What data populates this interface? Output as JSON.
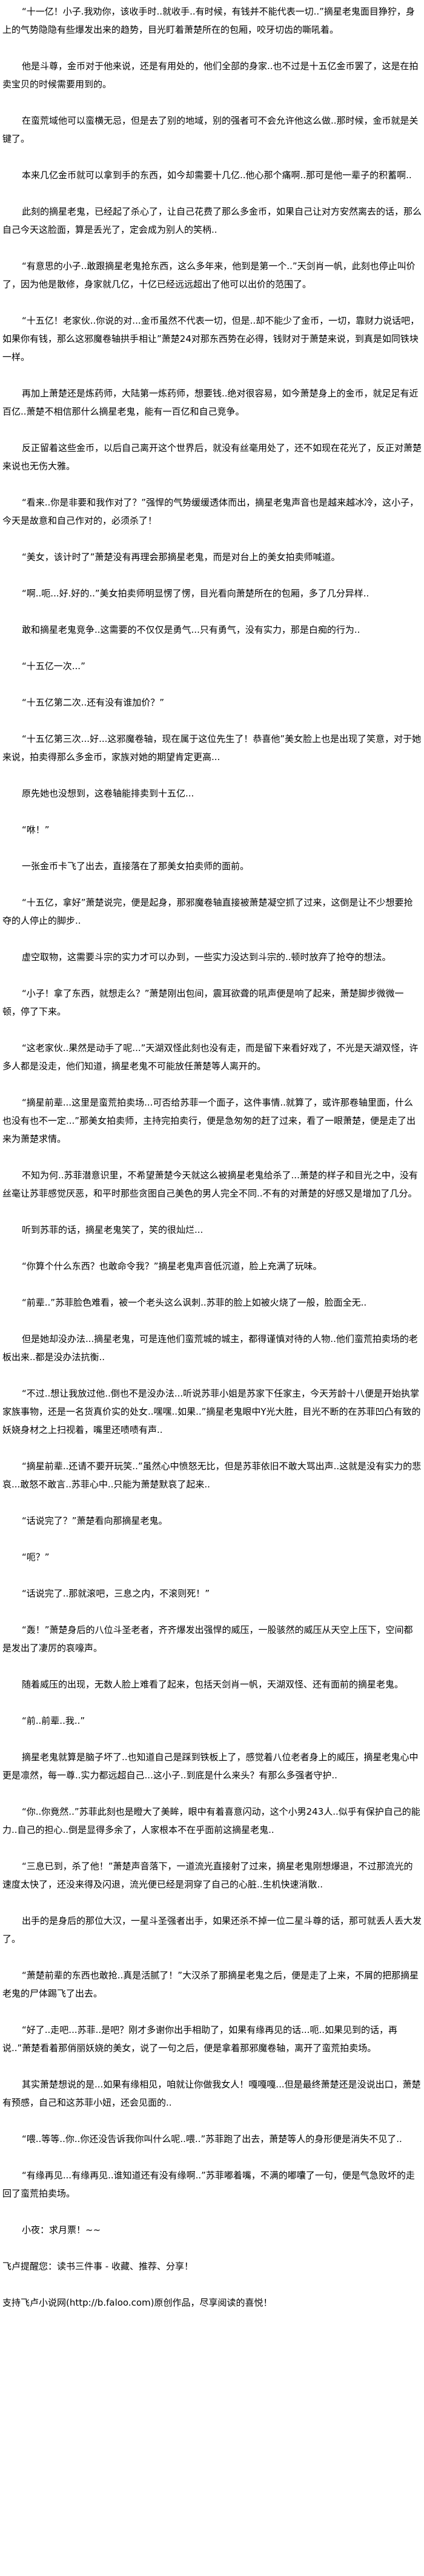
{
  "paragraphs": [
    "“十一亿！小子.我劝你，该收手时..就收手..有时候，有钱并不能代表一切..”摘星老鬼面目狰狞，身上的气势隐隐有些爆发出来的趋势，目光盯着萧楚所在的包厢，咬牙切齿的嘶吼着。",
    "他是斗尊，金币对于他来说，还是有用处的，他们全部的身家..也不过是十五亿金币罢了，这是在拍卖宝贝的时候需要用到的。",
    "在蛮荒域他可以蛮横无忌，但是去了别的地域，别的强者可不会允许他这么做..那时候，金币就是关键了。",
    "本来几亿金币就可以拿到手的东西，如今却需要十几亿..他心那个痛啊..那可是他一辈子的积蓄啊..",
    "此刻的摘星老鬼，已经起了杀心了，让自己花费了那么多金币，如果自己让对方安然离去的话，那么自己今天这脸面，算是丢光了，定会成为别人的笑柄..",
    "“有意思的小子..敢跟摘星老鬼抢东西，这么多年来，他到是第一个..”天剑肖一帆，此刻也停止叫价了，因为他是散修，身家就几亿，十亿已经远远超出了他可以出价的范围了。",
    "“十五亿！老家伙..你说的对...金币虽然不代表一切，但是..却不能少了金币，一切，靠财力说话吧，如果你有钱，那么这邪魔卷轴拱手相让”萧楚24对那东西势在必得，钱财对于萧楚来说，到真是如同铁块一样。",
    "再加上萧楚还是炼药师，大陆第一炼药师，想要钱..绝对很容易，如今萧楚身上的金币，就足足有近百亿..萧楚不相信那什么摘星老鬼，能有一百亿和自己竞争。",
    "反正留着这些金币，以后自己离开这个世界后，就没有丝毫用处了，还不如现在花光了，反正对萧楚来说也无伤大雅。",
    "“看来..你是非要和我作对了？”强悍的气势缓缓透体而出，摘星老鬼声音也是越来越冰冷，这小子，今天是故意和自己作对的，必须杀了！",
    "“美女，该计时了”萧楚没有再理会那摘星老鬼，而是对台上的美女拍卖师喊道。",
    "“啊..呃...好.好的..”美女拍卖师明显愣了愣，目光看向萧楚所在的包厢，多了几分异样..",
    "敢和摘星老鬼竞争..这需要的不仅仅是勇气...只有勇气，没有实力，那是白痴的行为..",
    "“十五亿一次...”",
    "“十五亿第二次..还有没有谁加价？”",
    "“十五亿第三次...好...这邪魔卷轴，现在属于这位先生了！恭喜他”美女脸上也是出现了笑意，对于她来说，拍卖得那么多金币，家族对她的期望肯定更高...",
    "原先她也没想到，这卷轴能排卖到十五亿...",
    "“咻！”",
    "一张金币卡飞了出去，直接落在了那美女拍卖师的面前。",
    "“十五亿，拿好”萧楚说完，便是起身，那邪魔卷轴直接被萧楚凝空抓了过来，这倒是让不少想要抢夺的人停止的脚步..",
    "虚空取物，这需要斗宗的实力才可以办到，一些实力没达到斗宗的..顿时放弃了抢夺的想法。",
    "“小子！拿了东西，就想走么？”萧楚刚出包间，震耳欲聋的吼声便是响了起来，萧楚脚步微微一顿，停了下来。",
    "“这老家伙..果然是动手了呢...”天湖双怪此刻也没有走，而是留下来看好戏了，不光是天湖双怪，许多人都是没走，他们知道，摘星老鬼不可能放任萧楚等人离开的。",
    "“摘星前辈...这里是蛮荒拍卖场...可否给苏菲一个面子，这件事情..就算了，或许那卷轴里面，什么也没有也不一定...”那美女拍卖师，主持完拍卖行，便是急匆匆的赶了过来，看了一眼萧楚，便是走了出来为萧楚求情。",
    "不知为何..苏菲潜意识里，不希望萧楚今天就这么被摘星老鬼给杀了...萧楚的样子和目光之中，没有丝毫让苏菲感觉厌恶，和平时那些贪图自己美色的男人完全不同..不有的对萧楚的好感又是增加了几分。",
    "听到苏菲的话，摘星老鬼笑了，笑的很灿烂...",
    "“你算个什么东西？也敢命令我？”摘星老鬼声音低沉道，脸上充满了玩味。",
    "“前辈..”苏菲脸色难看，被一个老头这么讽刺..苏菲的脸上如被火烧了一般，脸面全无..",
    "但是她却没办法...摘星老鬼，可是连他们蛮荒城的城主，都得谨慎对待的人物..他们蛮荒拍卖场的老板出来..都是没办法抗衡..",
    "“不过..想让我放过他..倒也不是没办法...听说苏菲小姐是苏家下任家主，今天芳龄十八便是开始执掌家族事物，还是一名货真价实的处女..嘿嘿..如果..”摘星老鬼眼中Y光大胜，目光不断的在苏菲凹凸有致的妖娆身材之上扫视着，嘴里还啧啧有声..",
    "“摘星前辈..还请不要开玩笑..”虽然心中愤怒无比，但是苏菲依旧不敢大骂出声..这就是没有实力的悲哀...敢怒不敢言..苏菲心中..只能为萧楚默哀了起来..",
    "“话说完了？”萧楚看向那摘星老鬼。",
    "“呃？”",
    "“话说完了..那就滚吧，三息之内，不滚则死！”",
    "“轰！”萧楚身后的八位斗圣老者，齐齐爆发出强悍的威压，一股骇然的威压从天空上压下，空间都是发出了凄厉的哀嚎声。",
    "随着威压的出现，无数人脸上难看了起来，包括天剑肖一帆，天湖双怪、还有面前的摘星老鬼。",
    "“前..前辈..我..”",
    "摘星老鬼就算是脑子坏了..也知道自己是踩到铁板上了，感觉着八位老者身上的威压，摘星老鬼心中更是凛然，每一尊..实力都远超自己...这小子..到底是什么来头？有那么多强者守护..",
    "“你..你竟然..”苏菲此刻也是瞪大了美眸，眼中有着喜意闪动，这个小男243人..似乎有保护自己的能力..自己的担心..倒是显得多余了，人家根本不在乎面前这摘星老鬼..",
    "“三息已到，杀了他！”萧楚声音落下，一道流光直接射了过来，摘星老鬼刚想爆退，不过那流光的速度太快了，还没来得及闪退，流光便已经是洞穿了自己的心脏..生机快速消散..",
    "出手的是身后的那位大汉，一星斗圣强者出手，如果还杀不掉一位二星斗尊的话，那可就丢人丢大发了。",
    "“萧楚前辈的东西也敢抢..真是活腻了！”大汉杀了那摘星老鬼之后，便是走了上来，不屑的把那摘星老鬼的尸体踢飞了出去。",
    "“好了..走吧...苏菲..是吧？刚才多谢你出手相助了，如果有缘再见的话...呃..如果见到的话，再说..”萧楚看着那俏丽妖娆的美女，说了一句之后，便是拿着那邪魔卷轴，离开了蛮荒拍卖场。",
    "其实萧楚想说的是...如果有缘相见，咱就让你做我女人！嘎嘎嘎...但是最终萧楚还是没说出口，萧楚有预感，自己和这苏菲小妞，还会见面的..",
    "“喂..等等..你..你还没告诉我你叫什么呢..喂..”苏菲跑了出去，萧楚等人的身形便是消失不见了..",
    "“有缘再见...有缘再见..谁知道还有没有缘啊..”苏菲嘟着嘴，不满的嘟囔了一句，便是气急败坏的走回了蛮荒拍卖场。",
    "小夜：求月票！~~"
  ],
  "footer": {
    "reminder": "飞卢提醒您：读书三件事 - 收藏、推荐、分享！",
    "support": "支持飞卢小说网(http://b.faloo.com)原创作品，尽享阅读的喜悦！"
  }
}
